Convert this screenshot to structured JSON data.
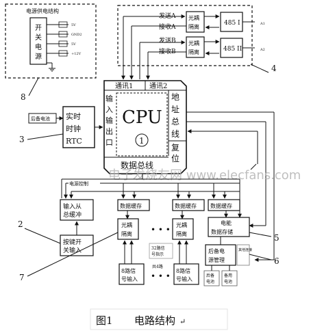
{
  "psu": {
    "title": "电源供电结构",
    "switch_chars": [
      "开",
      "关",
      "电",
      "源"
    ],
    "out_labels": [
      "5V",
      "GND2",
      "5V",
      "+12V"
    ]
  },
  "comm": {
    "send_a": "发送A",
    "recv_a": "接收A",
    "iso_a": [
      "光耦",
      "隔离"
    ],
    "chip_a": "485 I",
    "send_b": "发送B",
    "recv_b": "接收B",
    "iso_b": [
      "光耦",
      "隔离"
    ],
    "chip_b": "485 II",
    "bus_labels": [
      "A1",
      "A2"
    ]
  },
  "cpu": {
    "name": "CPU",
    "comm1": "通讯1",
    "comm2": "通讯2",
    "io_chars": [
      "输",
      "入",
      "输",
      "出",
      "口"
    ],
    "addr_chars": [
      "地",
      "址",
      "总",
      "线"
    ],
    "reset_chars": [
      "复",
      "位"
    ],
    "circle_num": "1",
    "data_bus": "数据总线"
  },
  "rtc": {
    "battery": "后备电池",
    "lines": [
      "实时",
      "时钟",
      "RTC"
    ]
  },
  "control_bus": "电源控制",
  "input_buffer": [
    "输入从",
    "总缓冲"
  ],
  "switch_input": [
    "按键开",
    "关输入"
  ],
  "cache_label": "数据缓存",
  "iso_label": [
    "光耦",
    "隔离"
  ],
  "ellipsis": "• • •",
  "signal_input": [
    "8路信",
    "号输入"
  ],
  "total_signal": [
    "32路信",
    "号指示"
  ],
  "total_channels": "共4路",
  "storage": [
    "电能",
    "数据存储"
  ],
  "backup_mgmt": [
    "后备电",
    "源管理"
  ],
  "other_link": "其他连接",
  "batt_small": [
    "后备",
    "电池"
  ],
  "batt_small2": [
    "备用",
    "电池"
  ],
  "numbers": [
    "1",
    "2",
    "3",
    "4",
    "5",
    "6",
    "7",
    "8"
  ],
  "watermark": "电子发烧友网 www.elecfans.com",
  "caption": {
    "label": "图1",
    "title": "电路结构",
    "mark": "↵"
  }
}
